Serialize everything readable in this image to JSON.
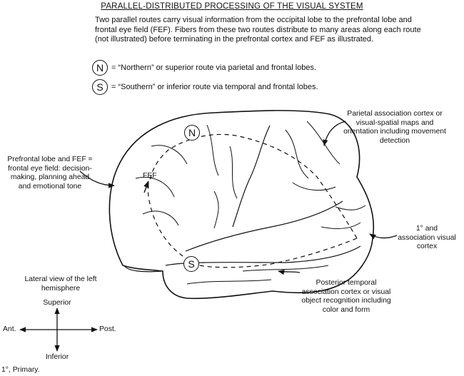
{
  "title": "PARALLEL-DISTRIBUTED PROCESSING OF THE VISUAL SYSTEM",
  "intro": "Two parallel routes carry visual information from the occipital lobe to the prefrontal lobe and frontal eye field (FEF). Fibers from these two routes distribute to many areas along each route (not illustrated) before terminating in the prefrontal cortex and FEF as illustrated.",
  "legend": [
    {
      "symbol": "N",
      "text": "= “Northern” or superior route via parietal and frontal lobes."
    },
    {
      "symbol": "S",
      "text": "= “Southern” or inferior route via temporal and frontal lobes."
    }
  ],
  "markers": {
    "north": "N",
    "south": "S",
    "fef": "FEF"
  },
  "labels": {
    "prefrontal": "Prefrontal lobe and FEF = frontal eye field: decision-making, planning ahead and emotional tone",
    "parietal": "Parietal association cortex or visual-spatial maps and orientation including movement detection",
    "visual_cortex": "1° and association visual cortex",
    "temporal": "Posterior temporal association cortex or visual object recognition including color and form",
    "view": "Lateral view of the left hemisphere"
  },
  "compass": {
    "superior": "Superior",
    "inferior": "Inferior",
    "anterior": "Ant.",
    "posterior": "Post."
  },
  "footnote": "1°, Primary.",
  "colors": {
    "ink": "#111111",
    "background": "#ffffff"
  }
}
